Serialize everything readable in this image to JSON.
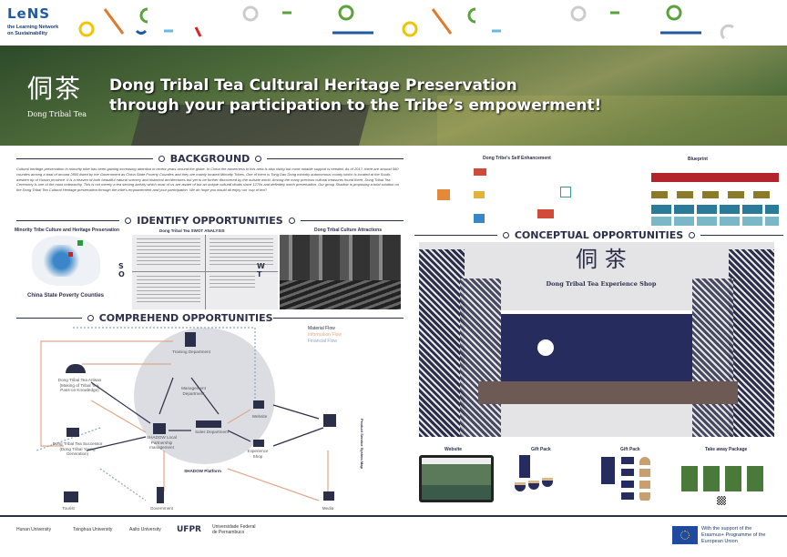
{
  "header": {
    "logo": "LeNS",
    "logo_sub": "the Learning Network on Sustainability"
  },
  "banner": {
    "logo_chars": "侗茶",
    "logo_sub": "Dong Tribal Tea",
    "title_line1": "Dong Tribal Tea Cultural Heritage Preservation",
    "title_line2": "through your participation to the Tribe’s empowerment!"
  },
  "background": {
    "heading": "BACKGROUND",
    "text": "Cultural heritage preservation in minority tribe has been gaining increasing attention in recent years around the globe. In China the awareness in this area is also rising but more notable support is needed. As of 2017, there are around 560 counties among a total of around 2800 listed by the Government as China State Poverty Counties and they are mainly located Minority Tribes. One of them is Tong Dao Dong minority autonomous county which is located at the South-western tip of Hunan province. It is a heaven of both beautiful natural scenery and historical architectures but yet to be further discovered by the outside world. Among the many precious cultural treasures found there, Dong Tribal Tea Ceremony is one of the most noteworthy. This is not merely a tea serving activity which most of us are aware of but an unique cultural rituals since 1270s and definitely worth preservation. Our group Shadow is proposing a total solution on the Dong Tribal Tea Cultural Heritage preservation through the tribe's empowerment and your participation. We do hope you would all enjoy our 'cup of tea'!"
  },
  "identify": {
    "heading": "IDENTIFY OPPORTUNITIES",
    "map_title": "Minority Tribe Culture and Heritage Preservation",
    "poverty_title": "China State Poverty Counties",
    "swot_title": "Dong Tribal Tea SWOT ANALYSIS",
    "swot_letters": {
      "s": "S",
      "o": "O",
      "w": "W",
      "t": "T"
    },
    "attractions_title": "Dong Tribal Culture Attractions"
  },
  "comprehend": {
    "heading": "COMPREHEND OPPORTUNITIES",
    "legend": [
      "Material Flow",
      "Information Flow",
      "Financial Flow"
    ],
    "nodes": {
      "training": "Training Department",
      "management": "Management Department",
      "sales": "Sales Department",
      "shadow": "SHADOW Local Partnership management",
      "website": "Website",
      "shop": "Experience Shop",
      "artisan": "Dong Tribal Tea Artisan (Making of Tribal Tea, Pass-on Knowledge)",
      "successor": "Dong Tribal Tea Successor (Dong Tribal Young Generation)",
      "tourist": "Tourist",
      "government": "Government",
      "media": "Media",
      "platform": "SHADOW Platform"
    },
    "side_label": "Product Service System Map"
  },
  "right": {
    "self_title": "Dong Tribe's Self Enhancement",
    "blueprint_title": "Blueprint",
    "conceptual_heading": "CONCEPTUAL OPPORTUNITIES",
    "shop_chars": "侗  茶",
    "shop_name": "Dong Tribal Tea Experience Shop"
  },
  "products": [
    {
      "label": "Website"
    },
    {
      "label": "Gift Pack"
    },
    {
      "label": "Gift Pack"
    },
    {
      "label": "Take away Package"
    }
  ],
  "footer": {
    "logos": [
      "Hunan University",
      "Tsinghua University",
      "Aalto University",
      "UFPR",
      "Universidade Federal de Pernambuco"
    ],
    "eu_text": "With the support of the Erasmus+ Programme of the European Union"
  },
  "colors": {
    "navy": "#2c2f4a",
    "info_flow": "#e0a98a",
    "financial_flow": "#8ea4c8"
  }
}
